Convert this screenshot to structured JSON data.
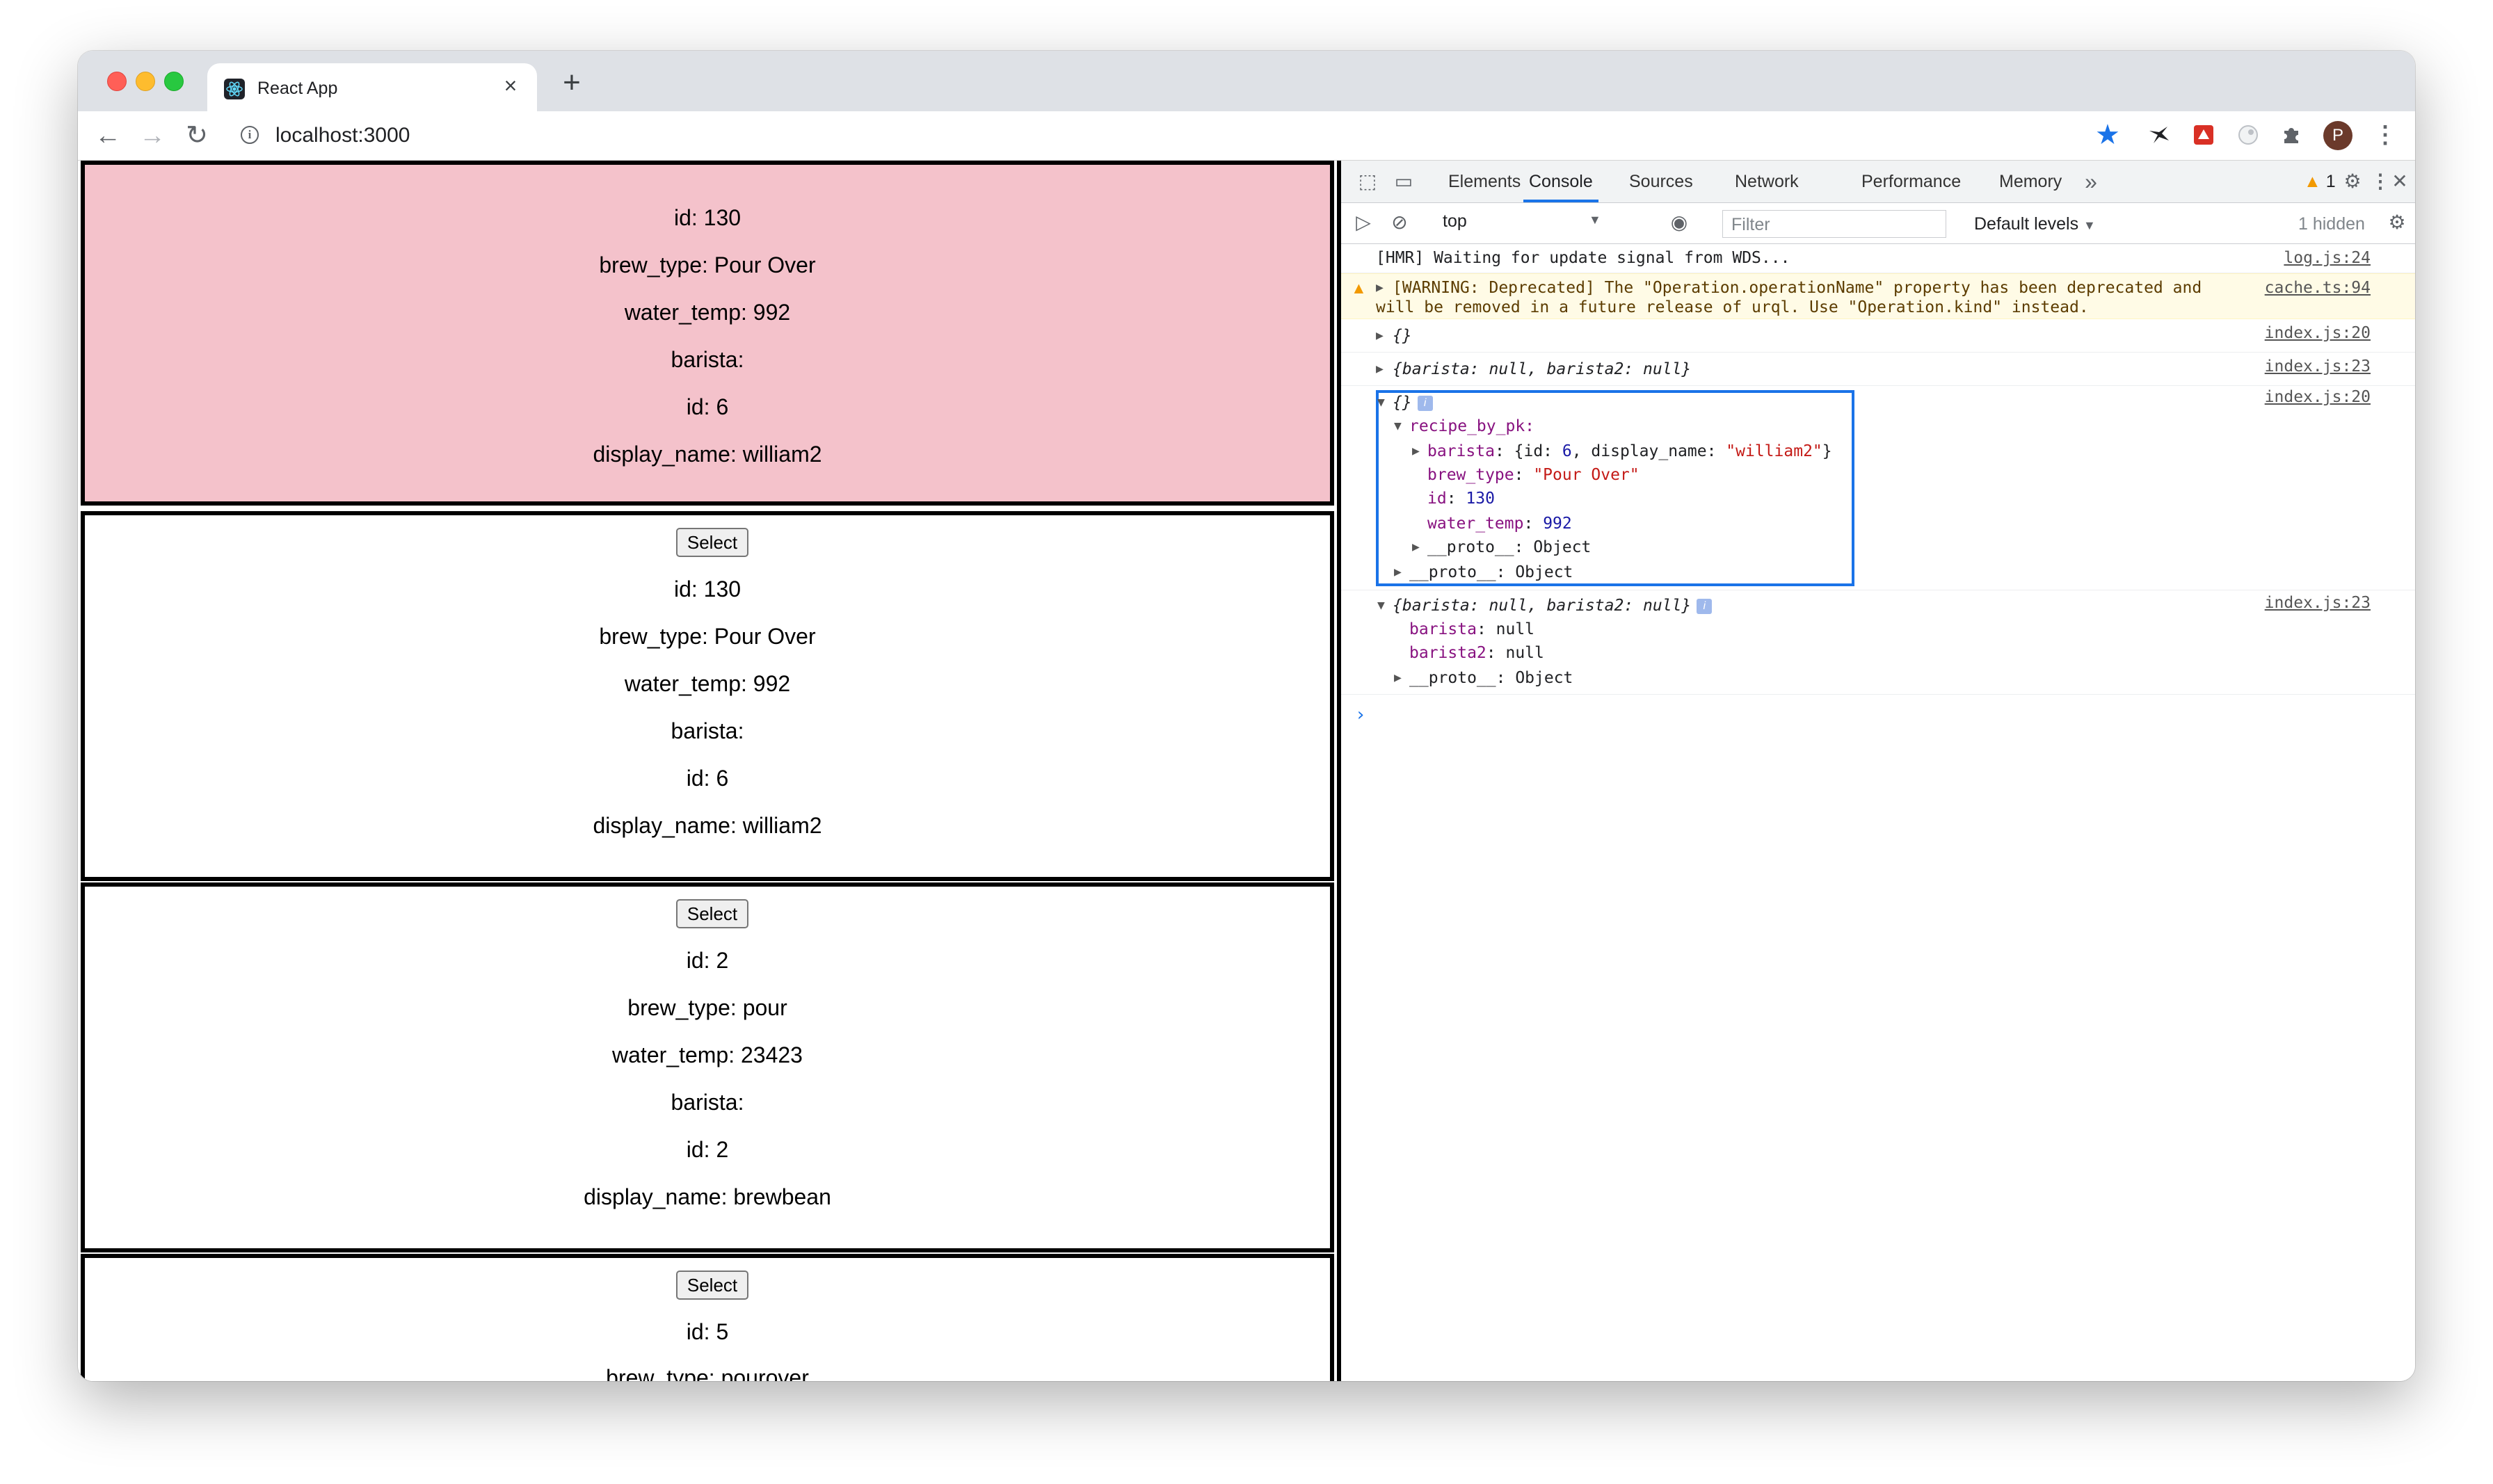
{
  "browser": {
    "tab_title": "React App",
    "tab_close": "×",
    "new_tab": "+",
    "url": "localhost:3000",
    "info_glyph": "i",
    "avatar_initial": "P"
  },
  "icons": {
    "back": "←",
    "forward": "→",
    "reload": "↻",
    "star": "★",
    "kebab": "⋮",
    "inspect": "⬚",
    "device": "▭",
    "more_tabs": "»",
    "gear": "⚙",
    "close": "✕",
    "sidebar": "▷",
    "clear": "⊘",
    "eye": "◉",
    "dropdown": "▼",
    "prompt": "›"
  },
  "app": {
    "select_label": "Select",
    "cards": [
      {
        "selected": true,
        "fields": [
          "id: 130",
          "brew_type: Pour Over",
          "water_temp: 992",
          "barista:",
          "id: 6",
          "display_name: william2"
        ]
      },
      {
        "selected": false,
        "fields": [
          "id: 130",
          "brew_type: Pour Over",
          "water_temp: 992",
          "barista:",
          "id: 6",
          "display_name: william2"
        ]
      },
      {
        "selected": false,
        "fields": [
          "id: 2",
          "brew_type: pour",
          "water_temp: 23423",
          "barista:",
          "id: 2",
          "display_name: brewbean"
        ]
      },
      {
        "selected": false,
        "fields": [
          "id: 5",
          "brew_type: pourover"
        ]
      }
    ]
  },
  "devtools": {
    "tabs": [
      "Elements",
      "Console",
      "Sources",
      "Network",
      "Performance",
      "Memory"
    ],
    "active_tab": "Console",
    "warning_count": "1",
    "context": "top",
    "filter_placeholder": "Filter",
    "levels": "Default levels",
    "hidden": "1 hidden",
    "console": {
      "hmr": "[HMR] Waiting for update signal from WDS...",
      "hmr_src": "log.js:24",
      "warn_line1": "[WARNING: Deprecated] The \"Operation.operationName\" property has been deprecated and",
      "warn_line2": "will be removed in a future release of urql. Use \"Operation.kind\" instead.",
      "warn_src": "cache.ts:94",
      "empty_obj": "{}",
      "src_index20": "index.js:20",
      "barista_obj": "{barista: null, barista2: null}",
      "src_index23": "index.js:23",
      "recipe_key": "recipe_by_pk:",
      "barista_line": "barista: {id: 6, display_name: \"william2\"}",
      "brew_line": "brew_type: \"Pour Over\"",
      "id_line": "id: 130",
      "water_line": "water_temp: 992",
      "proto_line": "__proto__: Object",
      "barista_null": "barista: null",
      "barista2_null": "barista2: null"
    }
  }
}
